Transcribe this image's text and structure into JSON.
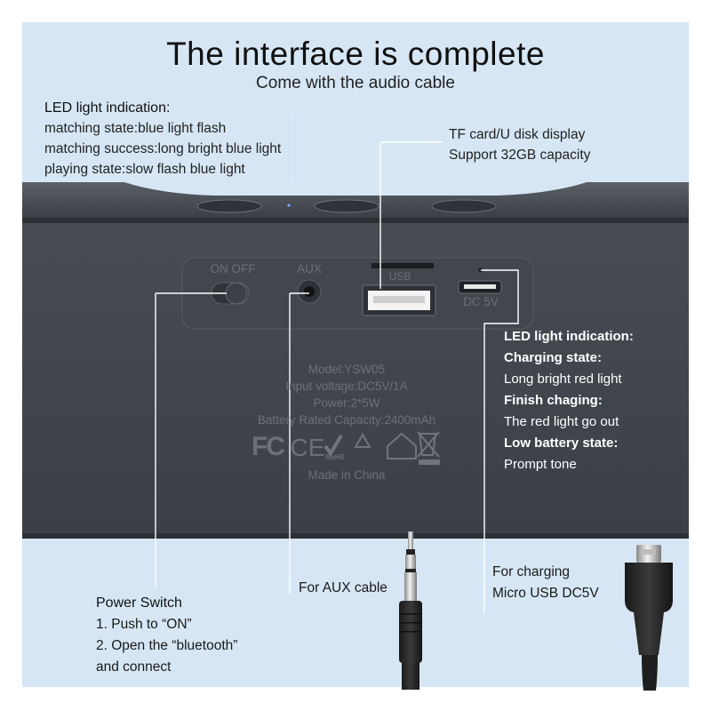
{
  "title": "The interface is complete",
  "subtitle": "Come with the audio cable",
  "led_top": {
    "heading": "LED light indication:",
    "lines": [
      "matching state:blue light flash",
      "matching success:long bright blue light",
      "playing state:slow flash blue light"
    ]
  },
  "tf_card": {
    "lines": [
      "TF card/U disk  display",
      "Support 32GB capacity"
    ]
  },
  "led_right": {
    "heading": "LED light indication:",
    "charging_heading": "Charging state:",
    "charging_text": "Long bright red light",
    "finish_heading": "Finish chaging:",
    "finish_text": "The red light go out",
    "low_heading": "Low battery state:",
    "low_text": "Prompt tone"
  },
  "speaker_labels": {
    "switch": "ON   OFF",
    "aux": "AUX",
    "usb": "USB",
    "dc": "DC 5V",
    "model": "Model:YSW05",
    "voltage": "Input voltage:DC5V/1A",
    "power": "Power:2*5W",
    "battery": "Battery Rated Capacity:2400mAh",
    "made_in": "Made in China",
    "cert_fcc": "FC",
    "cert_ce": "CE",
    "cert_rohs": "RoHS"
  },
  "power_switch": {
    "heading": "Power Switch",
    "lines": [
      "1. Push to “ON”",
      "2. Open the “bluetooth”",
      "and connect"
    ]
  },
  "aux_cable": "For AUX cable",
  "charging": {
    "lines": [
      "For charging",
      "Micro USB DC5V"
    ]
  },
  "colors": {
    "background": "#d6e6f4",
    "speaker_body": "#3f454b",
    "callout_line": "#ffffff",
    "text": "#222222"
  }
}
